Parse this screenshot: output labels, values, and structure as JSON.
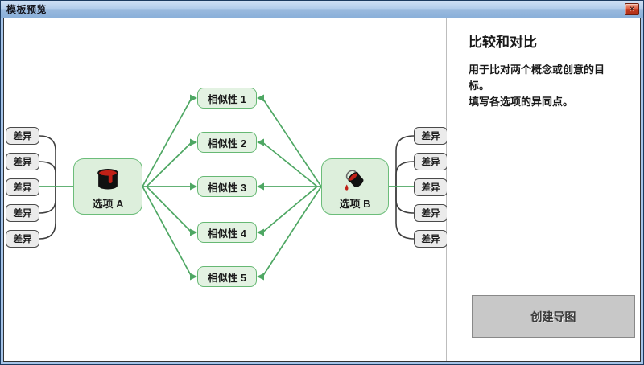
{
  "window": {
    "title": "模板预览"
  },
  "icons": {
    "close_glyph": "✕"
  },
  "panel": {
    "title": "比较和对比",
    "description_lines": [
      "用于比对两个概念或创意的目标。",
      "填写各选项的异同点。"
    ],
    "create_button_label": "创建导图"
  },
  "diagram": {
    "option_a_label": "选项 A",
    "option_b_label": "选项 B",
    "similarity_labels": [
      "相似性 1",
      "相似性 2",
      "相似性 3",
      "相似性 4",
      "相似性 5"
    ],
    "left_difference_labels": [
      "差异",
      "差异",
      "差异",
      "差异",
      "差异"
    ],
    "right_difference_labels": [
      "差异",
      "差异",
      "差异",
      "差异",
      "差异"
    ],
    "colors": {
      "line_green": "#4ea763",
      "node_green_fill": "#e3f2e2",
      "node_green_border": "#66b873",
      "node_gray_fill": "#ebebeb",
      "node_gray_border": "#4a4a4a",
      "line_dark": "#3f3f3f",
      "icon_red": "#c02017",
      "icon_black": "#111111",
      "titlebar_blue": "#a9c7e8",
      "close_button_red": "#cf4632"
    }
  }
}
